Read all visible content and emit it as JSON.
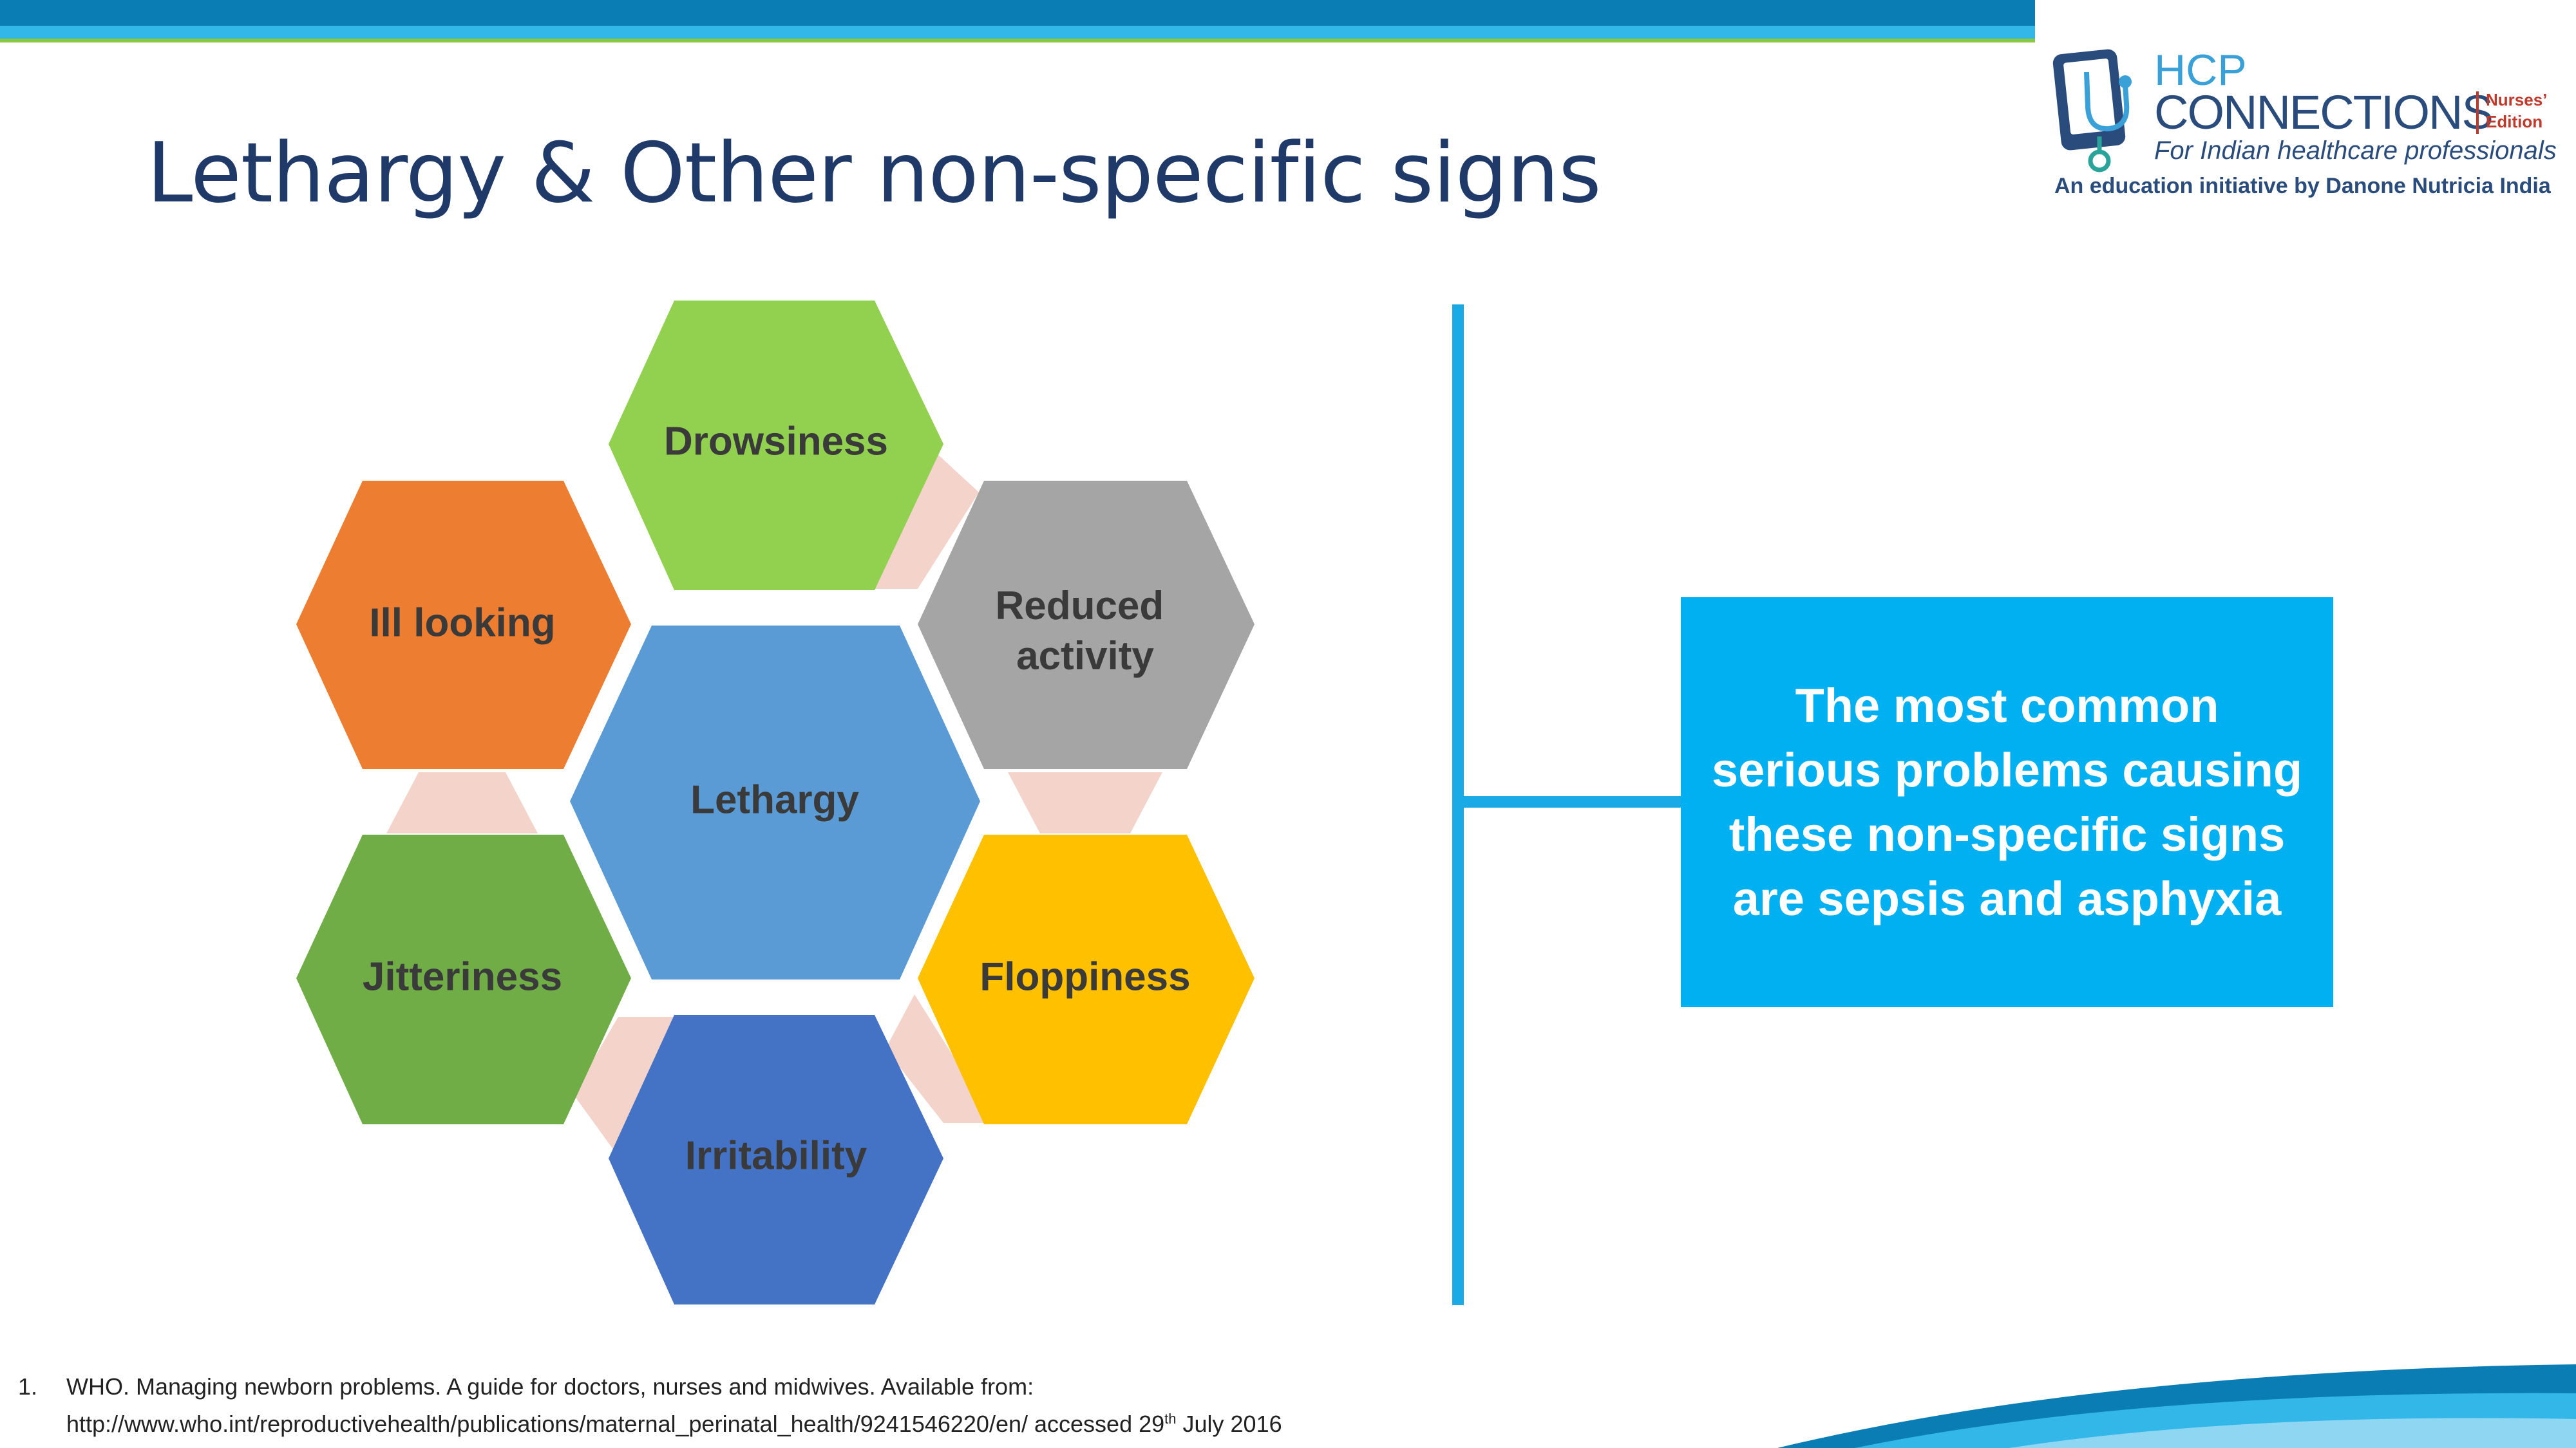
{
  "slide": {
    "title": "Lethargy & Other non-specific signs"
  },
  "logo": {
    "line1": "HCP",
    "line2": "CONNECTIONS",
    "edition_line1": "Nurses’",
    "edition_line2": "Edition",
    "tagline": "For Indian healthcare professionals",
    "initiative": "An education initiative by Danone Nutricia India"
  },
  "diagram": {
    "center": {
      "label": "Lethargy",
      "color": "#5b9bd5"
    },
    "surrounding": [
      {
        "label": "Drowsiness",
        "color": "#92d050"
      },
      {
        "label": "Reduced activity",
        "color": "#a5a5a5"
      },
      {
        "label": "Floppiness",
        "color": "#ffc000"
      },
      {
        "label": "Irritability",
        "color": "#4472c4"
      },
      {
        "label": "Jitteriness",
        "color": "#70ad47"
      },
      {
        "label": "Ill looking",
        "color": "#ed7d31"
      }
    ],
    "connector_color": "#f4d3cb",
    "label_color": "#3a3a3a"
  },
  "callout": {
    "text": "The most common serious problems causing these non-specific signs are sepsis and asphyxia",
    "color": "#00b0f0"
  },
  "footnote": {
    "number": "1.",
    "line1": "WHO. Managing newborn problems. A guide for doctors, nurses and midwives.  Available from:",
    "line2_prefix": "http://www.who.int/reproductivehealth/publications/maternal_perinatal_health/9241546220/en/ accessed 29",
    "line2_sup": "th",
    "line2_suffix": " July 2016"
  }
}
